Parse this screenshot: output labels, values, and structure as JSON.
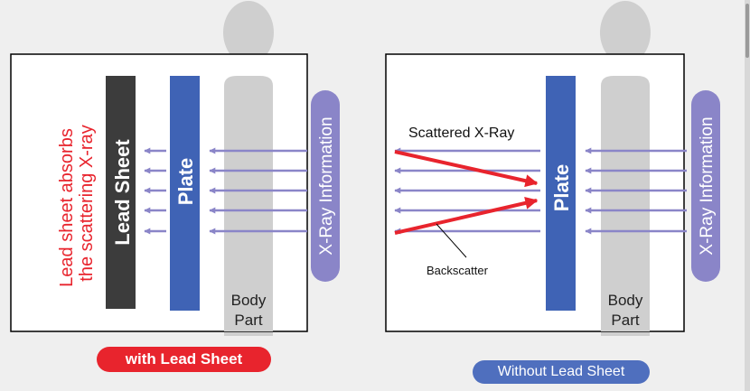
{
  "left_panel": {
    "lead_sheet_label": "Lead Sheet",
    "plate_label": "Plate",
    "xray_label": "X-Ray Information",
    "body_label_line1": "Body",
    "body_label_line2": "Part",
    "absorb_line1": "Lead sheet absorbs",
    "absorb_line2": "the scattering X-ray",
    "caption": "with Lead Sheet"
  },
  "right_panel": {
    "plate_label": "Plate",
    "xray_label": "X-Ray Information",
    "body_label_line1": "Body",
    "body_label_line2": "Part",
    "scattered_label": "Scattered X-Ray",
    "backscatter_label": "Backscatter",
    "caption": "Without Lead Sheet"
  },
  "colors": {
    "background": "#efefef",
    "body_silhouette": "#cfcfcf",
    "plate": "#3f63b5",
    "lead_sheet": "#3c3c3c",
    "xray_arrow": "#8a85c8",
    "xray_pill": "#8a85c8",
    "scatter_arrow": "#e8242d",
    "red_text": "#e8242d",
    "caption_left": "#e8242d",
    "caption_right": "#4f6fbe"
  },
  "icons": [
    "body-silhouette-icon",
    "arrow-left-icon"
  ]
}
